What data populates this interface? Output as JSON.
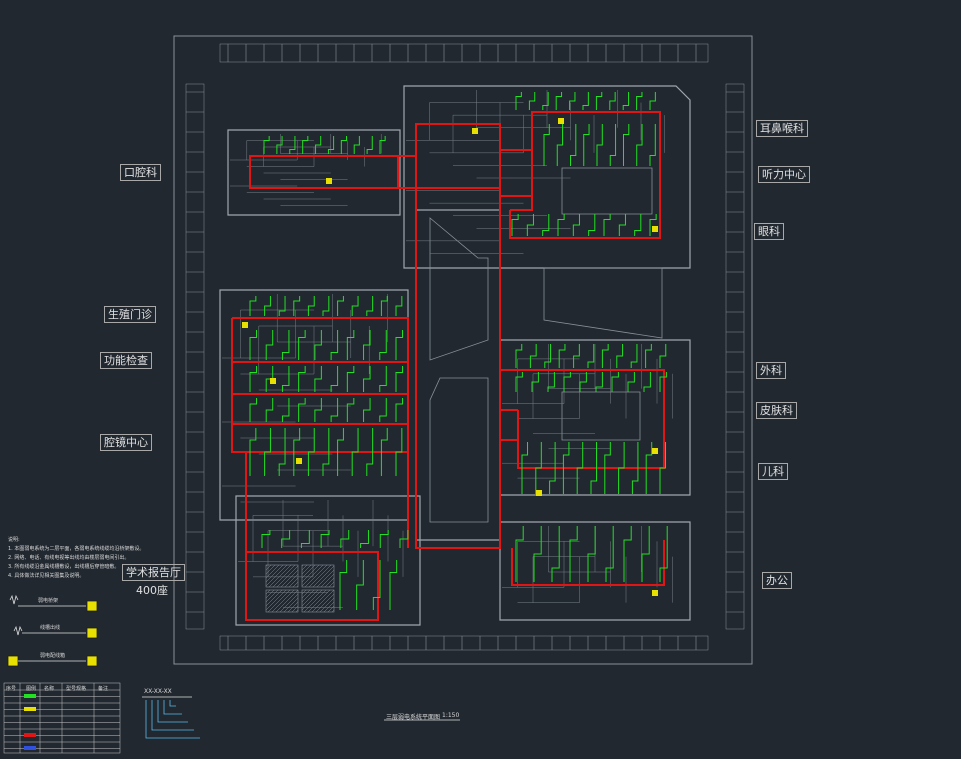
{
  "labels": {
    "left": [
      "口腔科",
      "生殖门诊",
      "功能检查",
      "腔镜中心",
      "学术报告厅"
    ],
    "left_capacity": "400座",
    "right": [
      "耳鼻喉科",
      "听力中心",
      "眼科",
      "外科",
      "皮肤科",
      "儿科",
      "办公"
    ]
  },
  "drawing_title": "三层弱电系统平面图",
  "scale": "1:150",
  "notes_title": "说明:",
  "notes": [
    "1. 本图弱电系统为二层平面，各弱电系统线缆均沿桥架敷设。",
    "2. 网络、电话、有线电视等出线均由楼层弱电间引出。",
    "3. 所有线缆沿金属线槽敷设，出线槽后穿管暗敷。",
    "4. 具体做法详见相关图集及说明。"
  ],
  "legend": [
    "弱电桥架",
    "线槽出线",
    "弱电配线箱"
  ],
  "legend_table_headers": [
    "序号",
    "图例",
    "名称",
    "型号规格",
    "备注"
  ],
  "tag": "XX-XX-XX",
  "colors": {
    "background": "#212830",
    "tray": "#e01515",
    "branch": "#22e022",
    "linework": "#9aa0a8",
    "label": "#e0e0e0"
  }
}
